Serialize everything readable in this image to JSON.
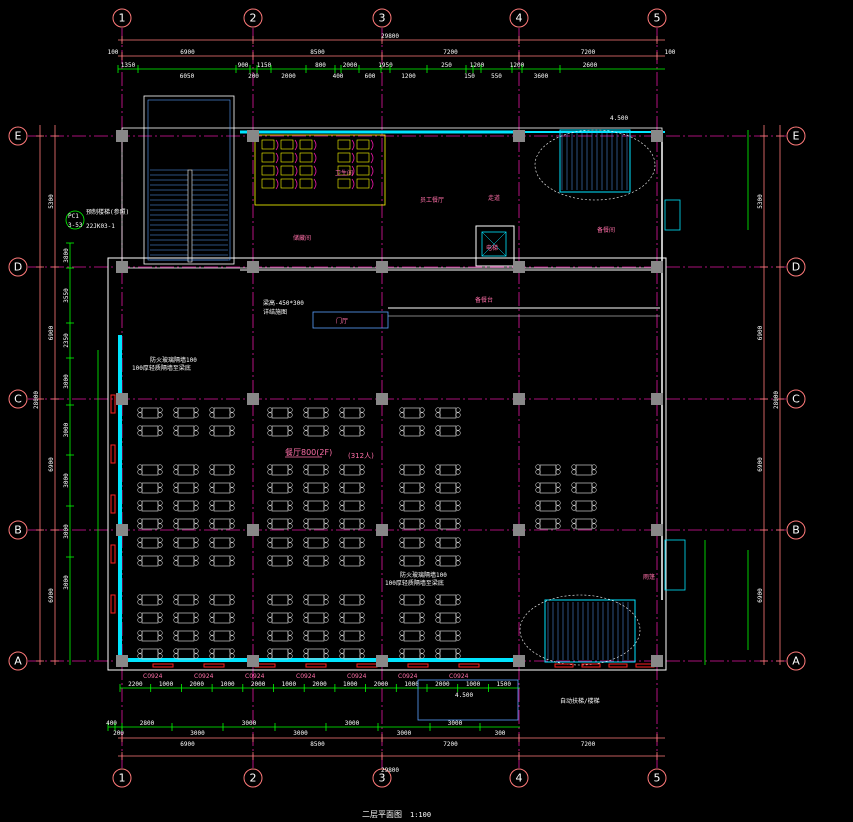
{
  "drawing": {
    "title": "二层平面图",
    "scale": "1:100",
    "grid_columns": [
      "1",
      "2",
      "3",
      "4",
      "5"
    ],
    "grid_rows": [
      "E",
      "D",
      "C",
      "B",
      "A"
    ],
    "colors": {
      "grid": "#ff7a7a",
      "axis": "#e0179f",
      "wall": "#00e5ff",
      "dim": "#00ff00",
      "column": "#888888",
      "text": "#ffffff",
      "pink": "#ff6fa8"
    }
  },
  "dimensions": {
    "total": "29800",
    "bays": [
      "6900",
      "8500",
      "7200",
      "7200"
    ],
    "edge": "100",
    "top_detail": [
      "1350",
      "6050",
      "900",
      "200",
      "1150",
      "2000",
      "800",
      "400",
      "2000",
      "600",
      "1950",
      "1200",
      "250",
      "150",
      "1200",
      "550",
      "1200",
      "3600",
      "2600"
    ],
    "bottom_windows": [
      "2200",
      "1000",
      "2000",
      "1000",
      "2000",
      "1000",
      "2000",
      "1000",
      "2000",
      "1000",
      "2000",
      "1000",
      "1500"
    ],
    "bottom_columns": [
      "400",
      "200",
      "2800",
      "3000",
      "3000",
      "3000",
      "3000",
      "3000",
      "3000",
      "300"
    ],
    "left_rows": [
      "3800",
      "3550",
      "2350",
      "3000",
      "3000",
      "3000",
      "3000",
      "3000"
    ],
    "left_total": "28000",
    "left_bays": [
      "5300",
      "6900",
      "6900",
      "6900"
    ]
  },
  "labels": {
    "dining": "餐厅800(2F)",
    "capacity": "(312人)",
    "pc_tag": "PC1",
    "pc_ref": "3-53",
    "pc_atlas": "22JK03-1",
    "pc_note": "预制楼梯(参照)",
    "toilet": "卫生间",
    "staff": "员工餐厅",
    "storage": "储藏间",
    "elevator": "电梯",
    "corridor": "走道",
    "kitchen": "备餐间",
    "passage": "门厅",
    "prep": "备餐台",
    "note1": "防火玻璃隔墙100",
    "note2": "100厚轻质隔墙至梁底",
    "note3": "防火玻璃隔墙100",
    "note4": "100厚轻质隔墙至梁底",
    "level": "4.500",
    "level2": "4.500",
    "beam_note": "梁高-450*300",
    "beam_note2": "详结施图",
    "stair_note": "自动扶梯/楼梯",
    "canopy": "雨篷",
    "window_tags": [
      "C0924",
      "C0924",
      "C0924",
      "C0924",
      "C0924",
      "C0924",
      "C0924"
    ]
  }
}
